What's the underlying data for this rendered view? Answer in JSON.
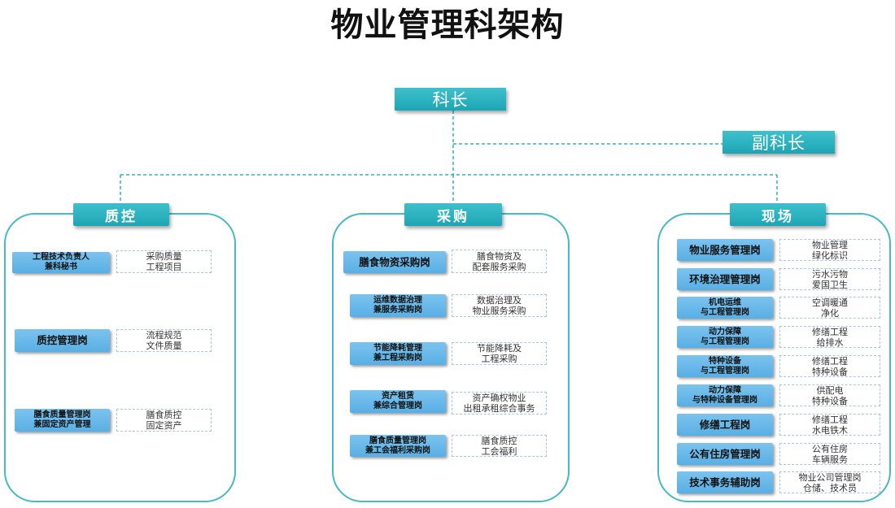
{
  "title": "物业管理科架构",
  "chief": {
    "label": "科长"
  },
  "deputy": {
    "label": "副科长"
  },
  "sections": [
    {
      "label": "质控",
      "items": [
        {
          "role": "工程技术负责人\n兼科秘书",
          "duties": "采购质量\n工程项目"
        },
        {
          "role": "质控管理岗",
          "duties": "流程规范\n文件质量"
        },
        {
          "role": "膳食质量管理岗\n兼固定资产管理",
          "duties": "膳食质控\n固定资产"
        }
      ]
    },
    {
      "label": "采购",
      "items": [
        {
          "role": "膳食物资采购岗",
          "duties": "膳食物资及\n配套服务采购"
        },
        {
          "role": "运维数据治理\n兼服务采购岗",
          "duties": "数据治理及\n物业服务采购"
        },
        {
          "role": "节能降耗管理\n兼工程采购岗",
          "duties": "节能降耗及\n工程采购"
        },
        {
          "role": "资产租赁\n兼综合管理岗",
          "duties": "资产确权物业\n出租承租综合事务"
        },
        {
          "role": "膳食质量管理岗\n兼工会福利采购岗",
          "duties": "膳食质控\n工会福利"
        }
      ]
    },
    {
      "label": "现场",
      "items": [
        {
          "role": "物业服务管理岗",
          "duties": "物业管理\n绿化标识"
        },
        {
          "role": "环境治理管理岗",
          "duties": "污水污物\n爱国卫生"
        },
        {
          "role": "机电运维\n与工程管理岗",
          "duties": "空调暖通\n净化"
        },
        {
          "role": "动力保障\n与工程管理岗",
          "duties": "修缮工程\n给排水"
        },
        {
          "role": "特种设备\n与工程管理岗",
          "duties": "修缮工程\n特种设备"
        },
        {
          "role": "动力保障\n与特种设备管理岗",
          "duties": "供配电\n特种设备"
        },
        {
          "role": "修缮工程岗",
          "duties": "修缮工程\n水电铁木"
        },
        {
          "role": "公有住房管理岗",
          "duties": "公有住房\n车辆服务"
        },
        {
          "role": "技术事务辅助岗",
          "duties": "物业公司管理岗\n仓储、技术员"
        }
      ]
    }
  ],
  "colors": {
    "node_teal": "#1da5b5",
    "node_teal_light": "#3fc0cc",
    "panel_border": "#46b9c3",
    "role_blue": "#58afe4",
    "role_blue_light": "#7cc3ef",
    "connector": "#3aaebf",
    "duty_border": "#a8c7dd"
  }
}
